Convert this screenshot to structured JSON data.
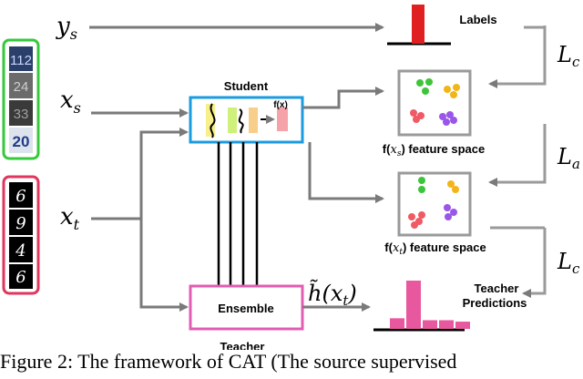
{
  "labels": {
    "ys": "y",
    "ys_sub": "s",
    "xs": "x",
    "xs_sub": "s",
    "xt": "x",
    "xt_sub": "t",
    "htilde": "h̃(x",
    "htilde_sub": "t",
    "htilde_close": ")",
    "Lc_top": "L",
    "Lc_top_sub": "c",
    "La": "L",
    "La_sub": "a",
    "Lc_bottom": "L",
    "Lc_bottom_sub": "c"
  },
  "boxes": {
    "student_title": "Student",
    "fx": "f(x)",
    "ensemble": "Ensemble",
    "teacher": "Teacher",
    "labels_title": "Labels",
    "fs_feature_a": "f(",
    "fs_feature_x": "x",
    "fs_feature_sub": "s",
    "fs_feature_b": ") feature space",
    "ft_feature_a": "f(",
    "ft_feature_x": "x",
    "ft_feature_sub": "t",
    "ft_feature_b": ") feature space",
    "teacher_pred_1": "Teacher",
    "teacher_pred_2": "Predictions"
  },
  "digits": {
    "source": [
      "112",
      "24",
      "33",
      "20"
    ],
    "target": [
      "6",
      "9",
      "4",
      "6"
    ]
  },
  "teacher_predictions": [
    0.22,
    1.0,
    0.18,
    0.18,
    0.15
  ],
  "colors": {
    "arrow": "#7a7a7a",
    "student_border": "#1b9be0",
    "ensemble_border": "#e25cb3",
    "source_border": "#36c93c",
    "target_border": "#e0365c",
    "label_bar": "#e02020",
    "pred_bar": "#e8589e"
  },
  "caption": "Figure 2: The framework of CAT (The source supervised"
}
